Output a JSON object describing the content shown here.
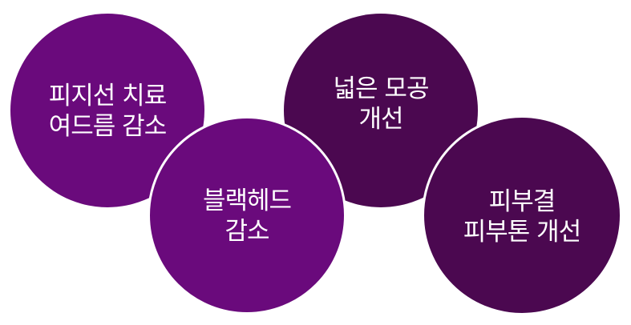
{
  "colors": {
    "primary_purple": "#6a0a7c",
    "dark_purple": "#4b0850",
    "text": "#ffffff",
    "background": "#ffffff"
  },
  "bubbles": [
    {
      "line1": "피지선 치료",
      "line2": "여드름 감소",
      "color": "#6a0a7c"
    },
    {
      "line1": "블랙헤드",
      "line2": "감소",
      "color": "#6a0a7c"
    },
    {
      "line1": "넓은 모공",
      "line2": "개선",
      "color": "#4b0850"
    },
    {
      "line1": "피부결",
      "line2": "피부톤 개선",
      "color": "#4b0850"
    }
  ]
}
